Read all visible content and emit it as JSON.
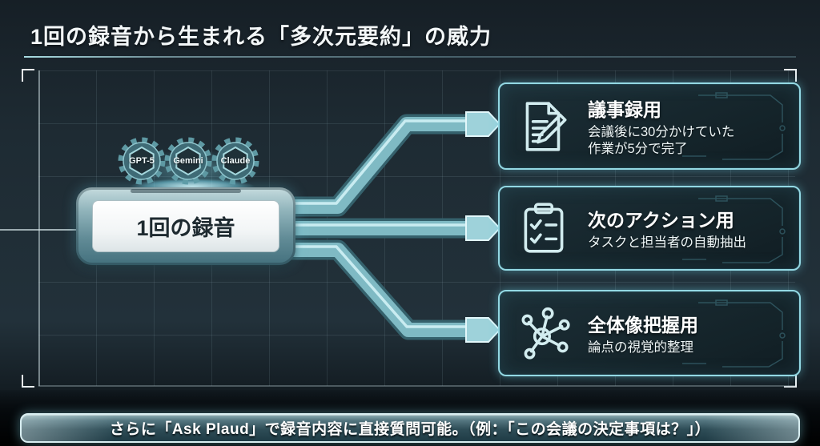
{
  "title": "1回の録音から生まれる「多次元要約」の威力",
  "engines": [
    {
      "label": "GPT-5"
    },
    {
      "label": "Gemini"
    },
    {
      "label": "Claude"
    }
  ],
  "source_node": {
    "label": "1回の録音"
  },
  "outcomes": [
    {
      "icon": "document-pencil-icon",
      "title": "議事録用",
      "description_line1": "会議後に30分かけていた",
      "description_line2": "作業が5分で完了"
    },
    {
      "icon": "checklist-icon",
      "title": "次のアクション用",
      "description_line1": "タスクと担当者の自動抽出"
    },
    {
      "icon": "mindmap-icon",
      "title": "全体像把握用",
      "description_line1": "論点の視覚的整理"
    }
  ],
  "footer": {
    "text": "さらに「Ask Plaud」で録音内容に直接質問可能。（例：「この会議の決定事項は？」）"
  },
  "colors": {
    "background": "#1e2b33",
    "accent_cyan": "#93d8e3",
    "trace_teal": "#7fbac4",
    "frame_steel": "#93b6bd",
    "card_background": "#142329",
    "text_light": "#ffffff",
    "text_dark": "#1e2a30"
  }
}
